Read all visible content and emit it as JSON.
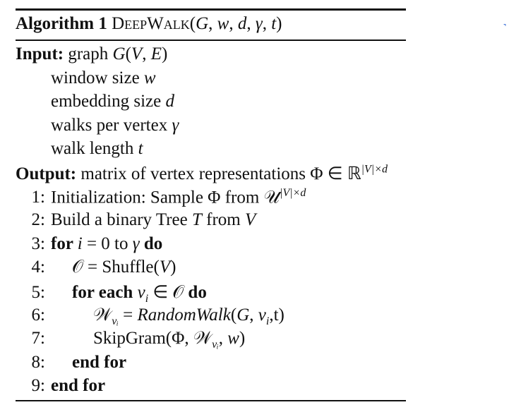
{
  "title": [
    {
      "t": "Algorithm 1 ",
      "s": "b"
    },
    {
      "t": "DeepWalk",
      "s": "sc"
    },
    {
      "t": "(",
      "s": "r"
    },
    {
      "t": "G",
      "s": "i"
    },
    {
      "t": ", ",
      "s": "r"
    },
    {
      "t": "w",
      "s": "i"
    },
    {
      "t": ", ",
      "s": "r"
    },
    {
      "t": "d",
      "s": "i"
    },
    {
      "t": ", ",
      "s": "r"
    },
    {
      "t": "γ",
      "s": "i"
    },
    {
      "t": ", ",
      "s": "r"
    },
    {
      "t": "t",
      "s": "i"
    },
    {
      "t": ")",
      "s": "r"
    }
  ],
  "lines": [
    {
      "num": "",
      "indent": 0,
      "segs": [
        {
          "t": "Input:",
          "s": "b"
        },
        {
          "t": "  graph ",
          "s": "r"
        },
        {
          "t": "G",
          "s": "i"
        },
        {
          "t": "(",
          "s": "r"
        },
        {
          "t": "V",
          "s": "i"
        },
        {
          "t": ", ",
          "s": "r"
        },
        {
          "t": "E",
          "s": "i"
        },
        {
          "t": ")",
          "s": "r"
        }
      ]
    },
    {
      "num": "",
      "indent": 1,
      "segs": [
        {
          "t": "window size ",
          "s": "r"
        },
        {
          "t": "w",
          "s": "i"
        }
      ]
    },
    {
      "num": "",
      "indent": 1,
      "segs": [
        {
          "t": "embedding size ",
          "s": "r"
        },
        {
          "t": "d",
          "s": "i"
        }
      ]
    },
    {
      "num": "",
      "indent": 1,
      "segs": [
        {
          "t": "walks per vertex ",
          "s": "r"
        },
        {
          "t": "γ",
          "s": "i"
        }
      ]
    },
    {
      "num": "",
      "indent": 1,
      "segs": [
        {
          "t": "walk length ",
          "s": "r"
        },
        {
          "t": "t",
          "s": "i"
        }
      ]
    },
    {
      "num": "",
      "indent": 0,
      "segs": [
        {
          "t": "Output:",
          "s": "b"
        },
        {
          "t": "  matrix of vertex representations Φ ∈ ℝ",
          "s": "r"
        },
        {
          "t": "|V|×d",
          "s": "sup"
        }
      ]
    },
    {
      "num": "1:",
      "indent": 0,
      "segs": [
        {
          "t": "Initialization: Sample Φ from 𝒰",
          "s": "r"
        },
        {
          "t": "|V|×d",
          "s": "sup"
        }
      ]
    },
    {
      "num": "2:",
      "indent": 0,
      "segs": [
        {
          "t": "Build a binary Tree ",
          "s": "r"
        },
        {
          "t": "T",
          "s": "i"
        },
        {
          "t": " from ",
          "s": "r"
        },
        {
          "t": "V",
          "s": "i"
        }
      ]
    },
    {
      "num": "3:",
      "indent": 0,
      "segs": [
        {
          "t": "for ",
          "s": "b"
        },
        {
          "t": "i",
          "s": "i"
        },
        {
          "t": " = 0 to ",
          "s": "r"
        },
        {
          "t": "γ",
          "s": "i"
        },
        {
          "t": " do",
          "s": "b"
        }
      ]
    },
    {
      "num": "4:",
      "indent": 1,
      "segs": [
        {
          "t": "𝒪 = Shuffle(",
          "s": "r"
        },
        {
          "t": "V",
          "s": "i"
        },
        {
          "t": ")",
          "s": "r"
        }
      ]
    },
    {
      "num": "5:",
      "indent": 1,
      "segs": [
        {
          "t": "for each ",
          "s": "b"
        },
        {
          "t": "v",
          "s": "i"
        },
        {
          "t": "i",
          "s": "sub"
        },
        {
          "t": " ∈ 𝒪 ",
          "s": "r"
        },
        {
          "t": "do",
          "s": "b"
        }
      ]
    },
    {
      "num": "6:",
      "indent": 2,
      "segs": [
        {
          "t": "𝒲",
          "s": "r"
        },
        {
          "t": "vᵢ",
          "s": "sub"
        },
        {
          "t": " = ",
          "s": "r"
        },
        {
          "t": "RandomWalk",
          "s": "i"
        },
        {
          "t": "(",
          "s": "r"
        },
        {
          "t": "G",
          "s": "i"
        },
        {
          "t": ", ",
          "s": "r"
        },
        {
          "t": "v",
          "s": "i"
        },
        {
          "t": "i",
          "s": "sub"
        },
        {
          "t": ",t)",
          "s": "r"
        }
      ]
    },
    {
      "num": "7:",
      "indent": 2,
      "segs": [
        {
          "t": "SkipGram(Φ, 𝒲",
          "s": "r"
        },
        {
          "t": "vᵢ",
          "s": "sub"
        },
        {
          "t": ", ",
          "s": "r"
        },
        {
          "t": "w",
          "s": "i"
        },
        {
          "t": ")",
          "s": "r"
        }
      ]
    },
    {
      "num": "8:",
      "indent": 1,
      "segs": [
        {
          "t": "end for",
          "s": "b"
        }
      ]
    },
    {
      "num": "9:",
      "indent": 0,
      "segs": [
        {
          "t": "end for",
          "s": "b"
        }
      ]
    }
  ]
}
